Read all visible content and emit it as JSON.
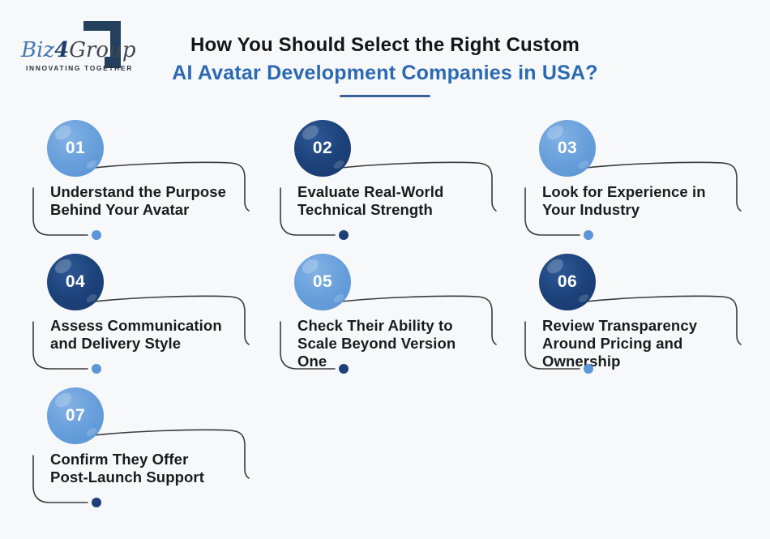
{
  "page": {
    "background": "#f7f8fa"
  },
  "logo": {
    "brand_biz": "Biz",
    "brand_four": "4",
    "brand_group": "Group",
    "tagline": "INNOVATING TOGETHER"
  },
  "title": {
    "line1": "How You Should Select the Right Custom",
    "line2": "AI Avatar Development Companies in USA?"
  },
  "colors": {
    "background": "#f7f8fa",
    "light_blue_circle": "#669edb",
    "dark_navy_circle": "#1c4179",
    "light_blue_dot": "#5d96d8",
    "dark_navy_dot": "#1c4179",
    "connector_line": "#3b3b3b",
    "title_dark": "#151515",
    "title_blue": "#2a69b3",
    "title_underline": "#3a6399",
    "logo_navy": "#24405f",
    "logo_biz_blue": "#4779b3",
    "logo_group_gray": "#41474e"
  },
  "steps": [
    {
      "number": "01",
      "variant": "light",
      "dot": "light",
      "lines": [
        "Understand the Purpose",
        "Behind Your Avatar"
      ]
    },
    {
      "number": "02",
      "variant": "dark",
      "dot": "dark",
      "lines": [
        "Evaluate Real-World",
        "Technical Strength"
      ]
    },
    {
      "number": "03",
      "variant": "light",
      "dot": "light",
      "lines": [
        "Look for Experience in",
        "Your Industry"
      ]
    },
    {
      "number": "04",
      "variant": "dark",
      "dot": "light",
      "lines": [
        "Assess Communication",
        "and Delivery Style"
      ]
    },
    {
      "number": "05",
      "variant": "light",
      "dot": "dark",
      "lines": [
        "Check Their Ability to",
        "Scale Beyond Version",
        "One"
      ]
    },
    {
      "number": "06",
      "variant": "dark",
      "dot": "light",
      "lines": [
        "Review Transparency",
        "Around Pricing and",
        "Ownership"
      ]
    },
    {
      "number": "07",
      "variant": "light",
      "dot": "dark",
      "lines": [
        "Confirm They Offer",
        "Post-Launch Support"
      ]
    }
  ]
}
